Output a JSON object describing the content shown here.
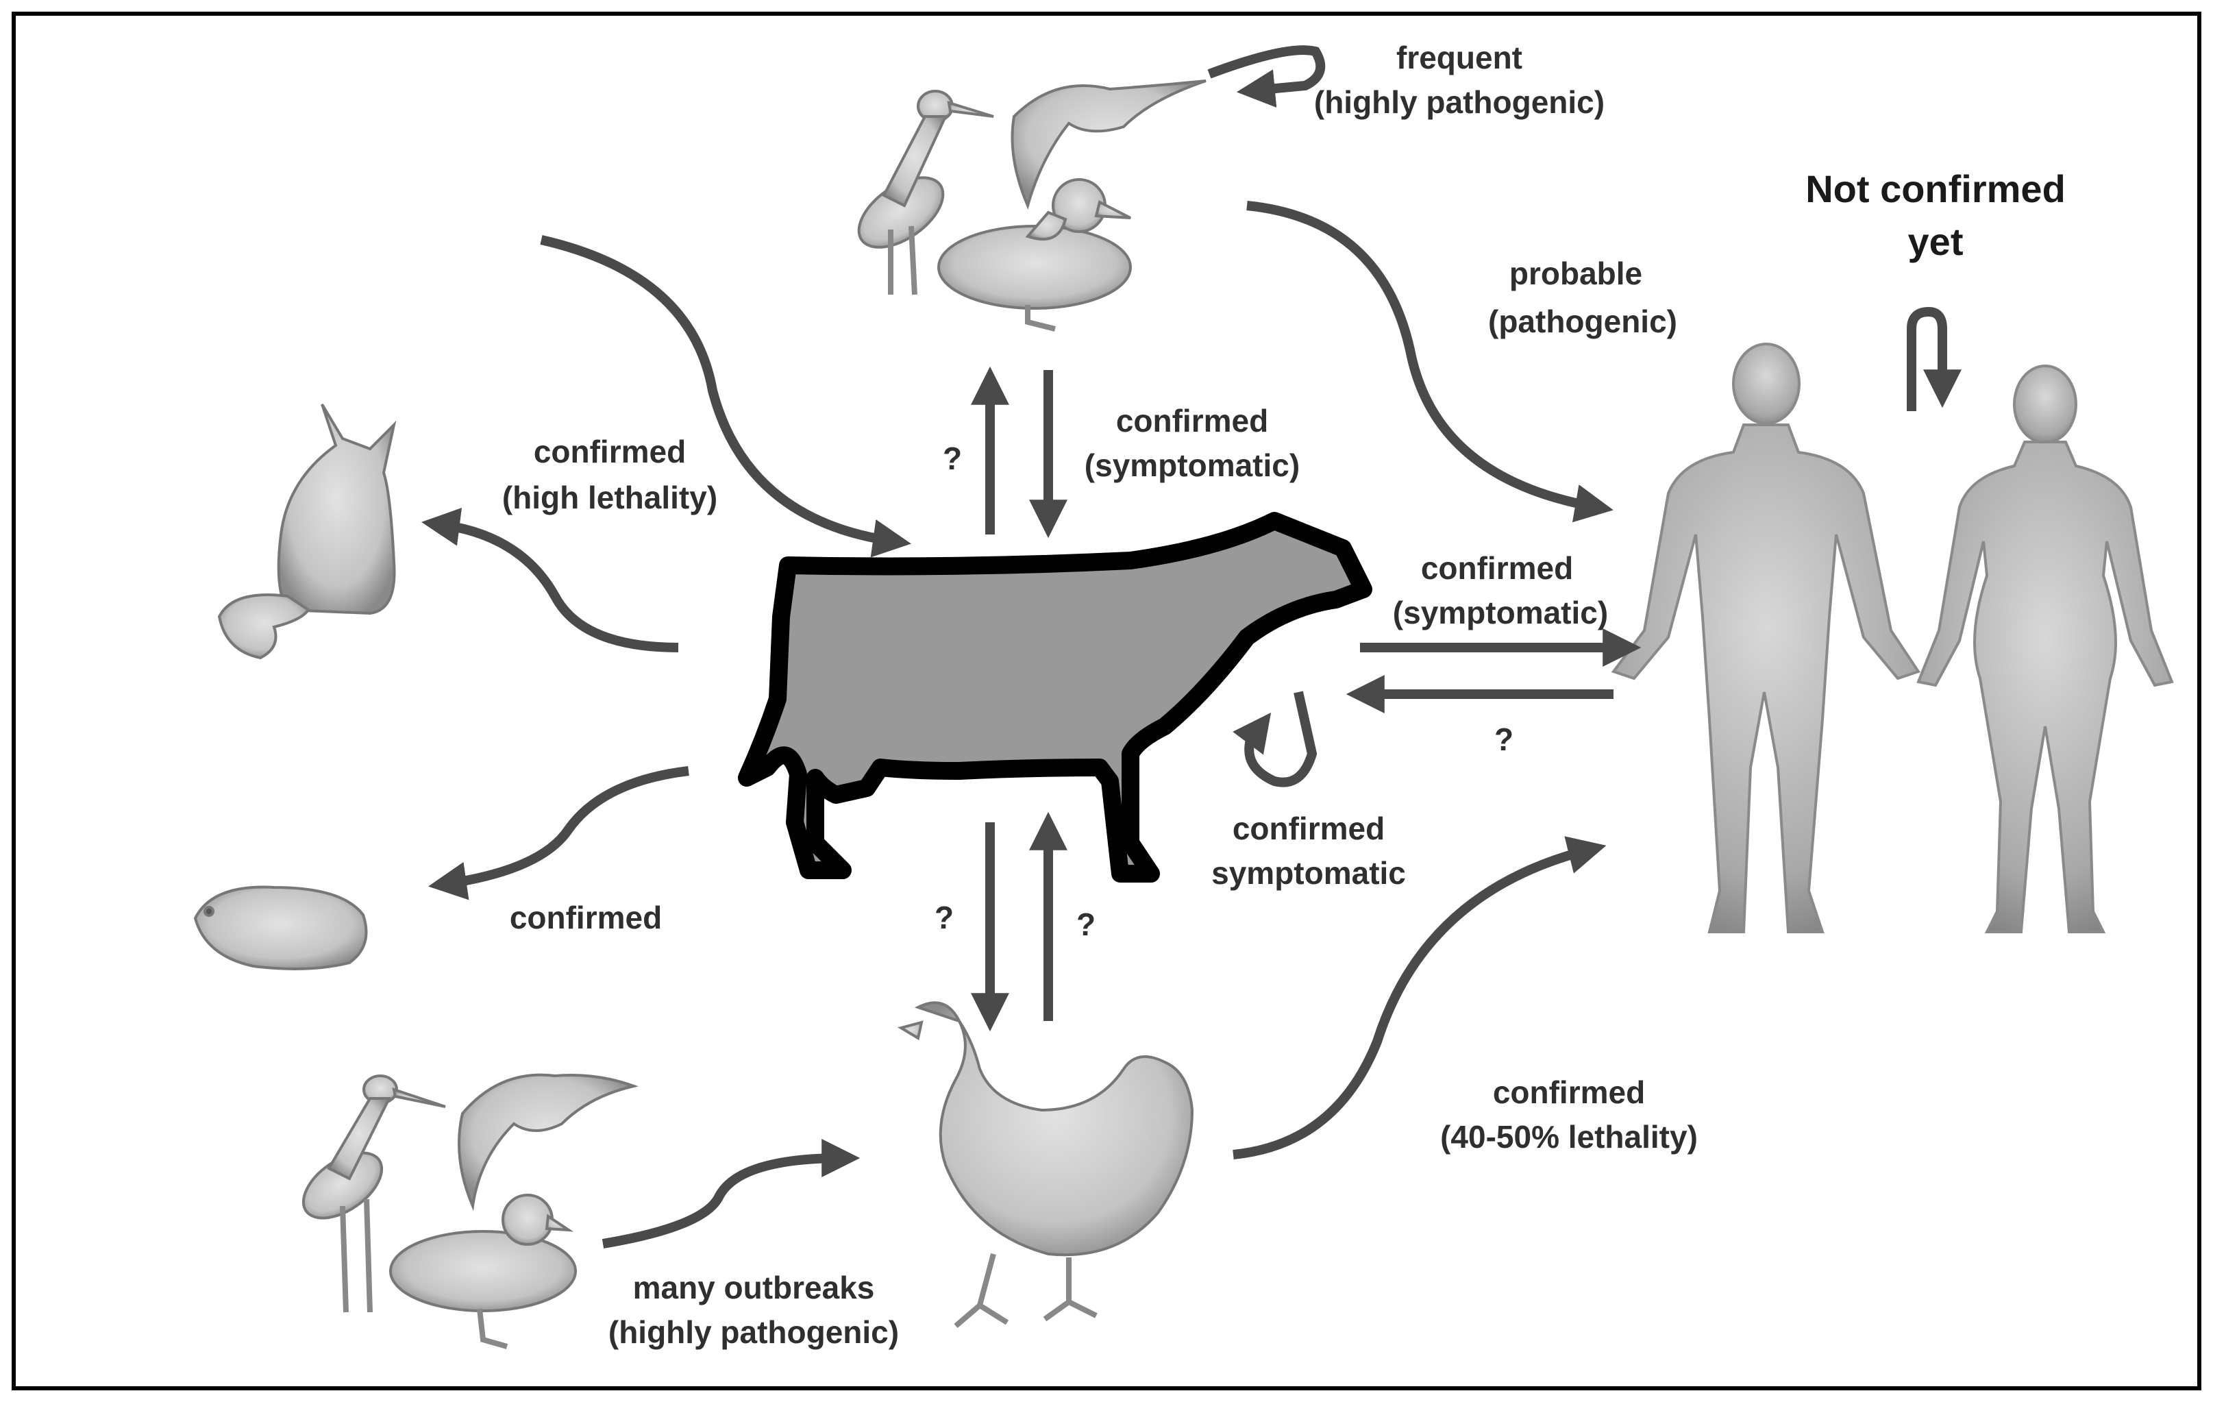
{
  "labels": {
    "wild_birds_self_line1": "frequent",
    "wild_birds_self_line2": "(highly pathogenic)",
    "not_confirmed_line1": "Not confirmed",
    "not_confirmed_line2": "yet",
    "birds_to_human_line1": "probable",
    "birds_to_human_line2": "(pathogenic)",
    "to_cat_line1": "confirmed",
    "to_cat_line2": "(high lethality)",
    "birds_to_cow_line1": "confirmed",
    "birds_to_cow_line2": "(symptomatic)",
    "cow_to_bird_q": "?",
    "cow_to_human_line1": "confirmed",
    "cow_to_human_line2": "(symptomatic)",
    "human_to_cow_q": "?",
    "cow_self_line1": "confirmed",
    "cow_self_line2": "symptomatic",
    "to_rodent": "confirmed",
    "cow_to_chicken_q": "?",
    "chicken_to_cow_q": "?",
    "poultry_to_human_line1": "confirmed",
    "poultry_to_human_line2": "(40-50% lethality)",
    "birds_to_poultry_line1": "many outbreaks",
    "birds_to_poultry_line2": "(highly pathogenic)"
  },
  "colors": {
    "arrow": "#4a4a4a",
    "silhouette_light": "#d9d9d9",
    "silhouette_dark": "#8a8a8a",
    "cow_fill": "#999999",
    "cow_outline": "#000000",
    "frame": "#000000"
  },
  "icons": [
    "wild-birds-icon",
    "cat-icon",
    "rodent-icon",
    "cow-icon",
    "chicken-icon",
    "humans-icon"
  ]
}
